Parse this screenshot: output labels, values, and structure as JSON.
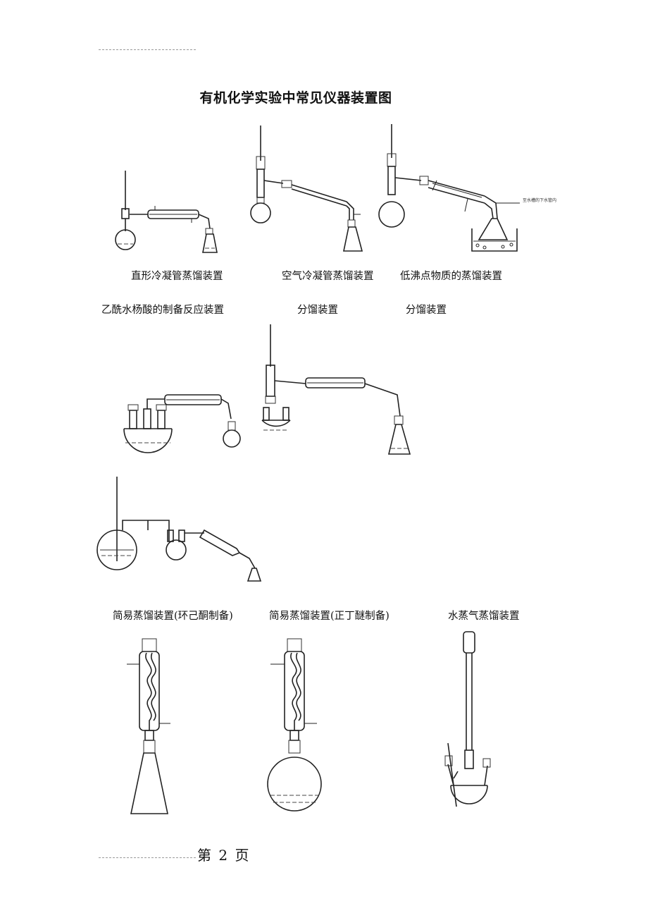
{
  "page": {
    "title": "有机化学实验中常见仪器装置图",
    "page_label_prefix": "第",
    "page_number": "2",
    "page_label_suffix": "页"
  },
  "captions": {
    "row1": [
      "直形冷凝管蒸馏装置",
      "空气冷凝管蒸馏装置",
      "低沸点物质的蒸馏装置"
    ],
    "row2": [
      "乙酰水杨酸的制备反应装置",
      "分馏装置",
      "分馏装置"
    ],
    "row3": [
      "简易蒸馏装置(环己酮制备)",
      "简易蒸馏装置(正丁醚制备)",
      "水蒸气蒸馏装置"
    ]
  },
  "figures": {
    "low_boiling_label": "至水槽的下水管内"
  }
}
